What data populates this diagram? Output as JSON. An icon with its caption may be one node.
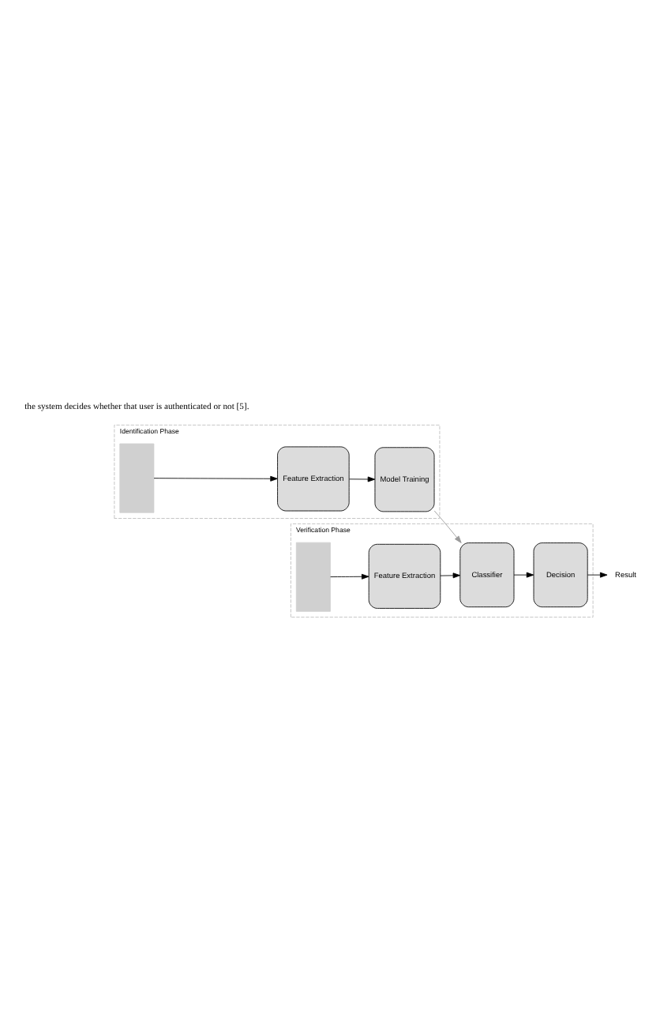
{
  "diagram": {
    "nodes": [
      {
        "text": [
          "Identification Phase"
        ]
      },
      {
        "text": [],
        "shape": "box",
        "in": 0
      },
      {
        "text": [
          "Feature Extraction"
        ],
        "in": 0
      },
      {
        "text": [
          "Model Training"
        ],
        "in": 0
      },
      {
        "text": [
          "Verification Phase"
        ]
      },
      {
        "text": [],
        "shape": "box",
        "in": 4
      },
      {
        "text": [
          "Feature Extraction"
        ],
        "in": 4
      },
      {
        "text": [
          "Classifier"
        ],
        "in": 4
      },
      {
        "text": [
          "Decision"
        ],
        "in": 4
      },
      {
        "text": [
          "Result"
        ]
      }
    ],
    "edges": [
      {
        "from": 1,
        "to": 2,
        "arrow": "to"
      },
      {
        "from": 2,
        "to": 3,
        "arrow": "to"
      },
      {
        "from": 3,
        "to": 7,
        "arrow": "to",
        "color": "#9a9a9a"
      },
      {
        "from": 5,
        "to": 6,
        "arrow": "to"
      },
      {
        "from": 6,
        "to": 7,
        "arrow": "to"
      },
      {
        "from": 7,
        "to": 8,
        "arrow": "to"
      },
      {
        "from": 8,
        "to": 9,
        "arrow": "to"
      }
    ],
    "labels": [
      "the system decides whether that user is authenticated or not [5]."
    ]
  }
}
